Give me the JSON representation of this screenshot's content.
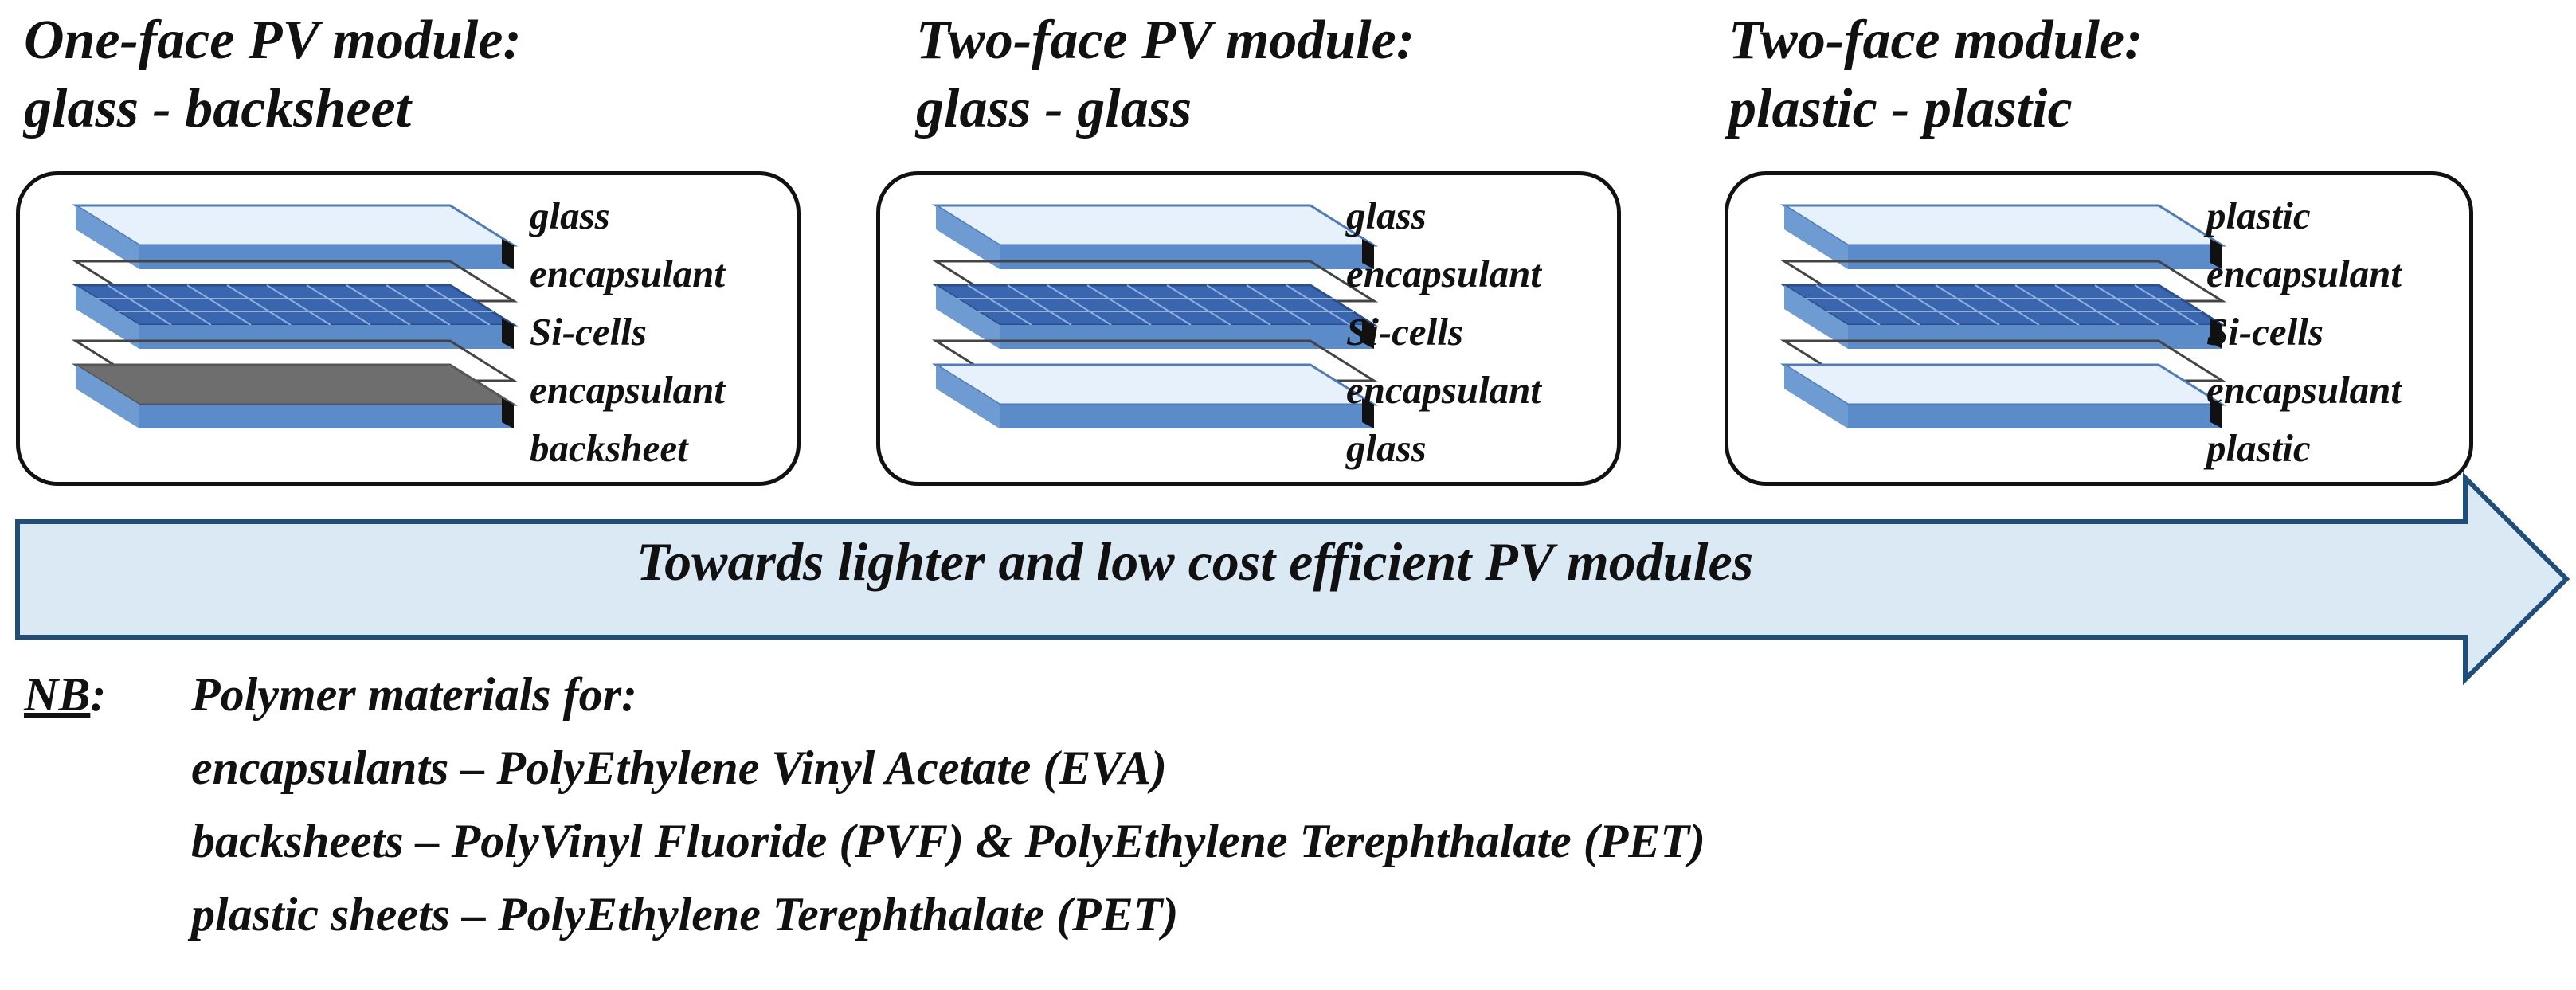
{
  "columns": [
    {
      "title_line1": "One-face PV module:",
      "title_line2": "glass - backsheet",
      "layers": [
        "glass",
        "encapsulant",
        "Si-cells",
        "encapsulant",
        "backsheet"
      ],
      "bottom_sheet": "backsheet"
    },
    {
      "title_line1": "Two-face PV module:",
      "title_line2": "glass - glass",
      "layers": [
        "glass",
        "encapsulant",
        "Si-cells",
        "encapsulant",
        "glass"
      ],
      "bottom_sheet": "glass"
    },
    {
      "title_line1": "Two-face module:",
      "title_line2": "plastic - plastic",
      "layers": [
        "plastic",
        "encapsulant",
        "Si-cells",
        "encapsulant",
        "plastic"
      ],
      "bottom_sheet": "plastic"
    }
  ],
  "arrow": {
    "text": "Towards lighter and low cost efficient PV modules"
  },
  "notes": {
    "label": "NB",
    "colon": ":",
    "heading": "Polymer materials for:",
    "lines": [
      "encapsulants – PolyEthylene Vinyl Acetate (EVA)",
      "backsheets – PolyVinyl Fluoride (PVF) & PolyEthylene Terephthalate (PET)",
      "plastic sheets – PolyEthylene Terephthalate (PET)"
    ]
  },
  "colors": {
    "arrow_fill": "#dbe9f5",
    "arrow_stroke": "#1f4e79",
    "sheet_light": "#e6f1fb",
    "sheet_blue": "#5b8cc9",
    "cell_blue": "#3a66b0",
    "backsheet_gray": "#6e6e6e"
  }
}
